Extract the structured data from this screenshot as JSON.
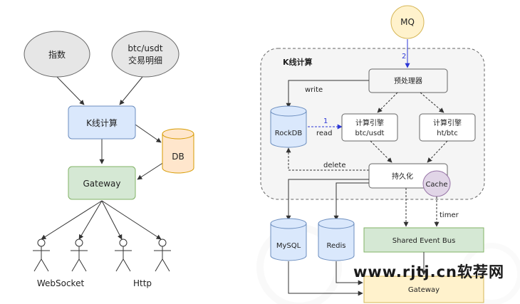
{
  "colors": {
    "ellipse_fill": "#e6e6e6",
    "blue_fill": "#dae8fc",
    "blue_stroke": "#6c8ebf",
    "green_fill": "#d5e8d4",
    "green_stroke": "#82b366",
    "orange_fill": "#ffe6cc",
    "orange_stroke": "#d79b00",
    "yellow_fill": "#fff2cc",
    "yellow_stroke": "#d6b656",
    "purple_fill": "#e1d5e7",
    "purple_stroke": "#9673a6",
    "group_fill": "#f5f5f5",
    "accent_blue": "#2c37d6"
  },
  "left": {
    "source_index": "指数",
    "source_pair_line1": "btc/usdt",
    "source_pair_line2": "交易明细",
    "kline": "K线计算",
    "db": "DB",
    "gateway": "Gateway",
    "actors": [
      "WebSocket",
      "Http"
    ]
  },
  "right": {
    "mq": "MQ",
    "step_2": "2",
    "group_title": "K线计算",
    "preprocessor": "预处理器",
    "write": "write",
    "rockdb": "RockDB",
    "step_1": "1",
    "read": "read",
    "engine1_line1": "计算引擎",
    "engine1_line2": "btc/usdt",
    "engine2_line1": "计算引擎",
    "engine2_line2": "ht/btc",
    "delete": "delete",
    "persist": "持久化",
    "cache": "Cache",
    "timer": "timer",
    "mysql": "MySQL",
    "redis": "Redis",
    "event_bus": "Shared Event Bus",
    "gateway": "Gateway"
  },
  "watermark": "www.rjtj.cn软荐网"
}
